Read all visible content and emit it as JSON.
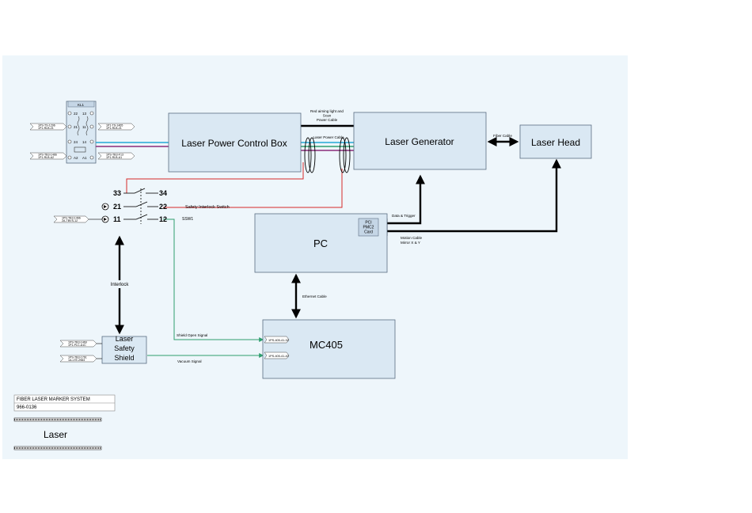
{
  "colors": {
    "sheet": "#eef6fb",
    "box_fill": "#dae8f3",
    "box_stroke": "#5a6d82",
    "cable_black": "#000000",
    "cable_red": "#d62a2a",
    "cable_green": "#2f9e6e",
    "cable_cyan": "#23a9d6",
    "cable_purple": "#8a2b7a"
  },
  "blocks": {
    "power_box": "Laser Power Control Box",
    "generator": "Laser Generator",
    "head": "Laser Head",
    "pc": "PC",
    "mc405": "MC405",
    "pmc2_card": [
      "PCI",
      "PMC2",
      "Card"
    ],
    "shield": [
      "Laser",
      "Safety",
      "Shield"
    ]
  },
  "cables": {
    "red_aiming_light": [
      "Red aiming light and",
      "Scan",
      "Power Cable"
    ],
    "laser_power": "Laser Power Cable",
    "fiber": "Fiber Cable",
    "data_trigger": "Data & Trigger",
    "motion": [
      "Motion Cable",
      "Mirror X & Y"
    ],
    "ethernet": "Ethernet Cable",
    "interlock": "Interlock",
    "shield_open": "Shield Open Signal",
    "vacuum": "Vacuum Signal"
  },
  "switch": {
    "title": "Safety Interlock Switch",
    "ref": "SSW1",
    "left_terminals": [
      "33",
      "21",
      "11"
    ],
    "right_terminals": [
      "34",
      "22",
      "12"
    ],
    "connector": [
      "1PS-TB3-1466",
      "2A-TBVS-12"
    ]
  },
  "relay": {
    "title": "KL1",
    "pins_left": [
      "22",
      "21",
      "24",
      "A2"
    ],
    "pins_right": [
      "13",
      "11",
      "14",
      "A1"
    ],
    "conn_left": [
      [
        "1PS-TS-1296",
        "1P1-RLB-21"
      ],
      [
        "1PS-TB3-1466",
        "1P1-RLB-A2"
      ]
    ],
    "conn_right": [
      [
        "1P1-TS-1465",
        "1P1-RLB-21"
      ],
      [
        "1PS-TB3-F13",
        "1P1-RLB-A1"
      ]
    ]
  },
  "mc405_ports": [
    "1PS-405-41-32",
    "1PS-405-41-40"
  ],
  "shield_conn": [
    [
      "1PS-TB3-1469",
      "1P1-PLC-A1C"
    ],
    [
      "1PS-TB3-1761",
      "1A-LTE-2983"
    ]
  ],
  "title_block": {
    "line1": "FIBER LASER MARKER SYSTEM",
    "line2": "966-0136",
    "section": "Laser"
  }
}
